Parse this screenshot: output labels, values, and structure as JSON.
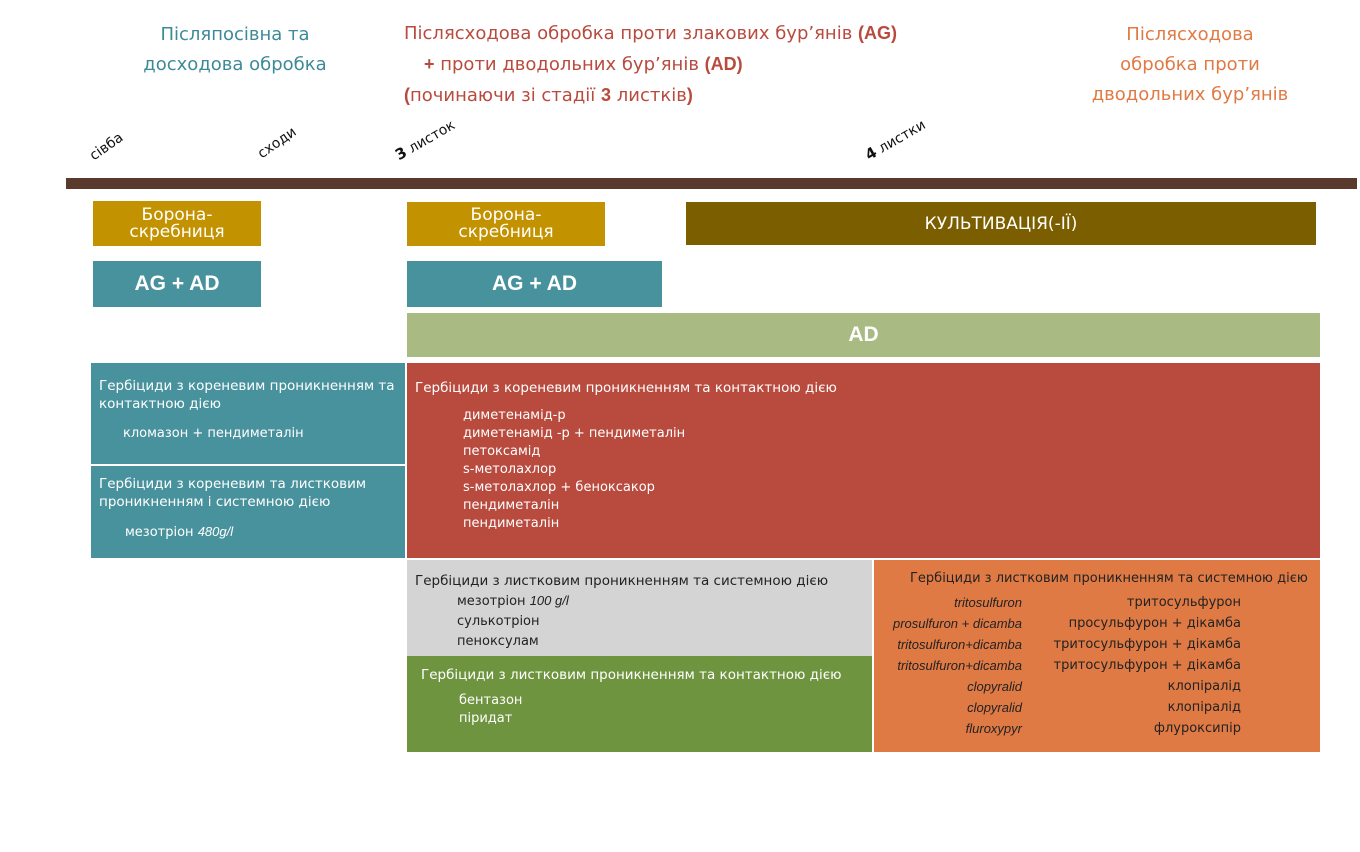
{
  "headers": {
    "left": [
      "Післяпосівна та",
      "досходова обробка"
    ],
    "middle": {
      "line1": "Післясходова обробка проти злакових бур’янів ",
      "line1_bold": "(AG)",
      "line2_bold": "+",
      "line2": " проти дводольних бур’янів ",
      "line2_bold2": "(AD)",
      "line3_bold": "(",
      "line3": "починаючи зі стадії ",
      "line3_num": "3",
      "line3_end": " листків",
      "line3_close": ")"
    },
    "right": [
      "Післясходова",
      "обробка проти",
      "дводольних бур’янів"
    ]
  },
  "stages": {
    "sowing": "сівба",
    "emergence": "сходи",
    "leaf3_num": "3",
    "leaf3": " листок",
    "leaf4_num": "4",
    "leaf4": " листки"
  },
  "operations": {
    "borona1": [
      "Борона-",
      "скребниця"
    ],
    "borona2": [
      "Борона-",
      "скребниця"
    ],
    "cultivation": "КУЛЬТИВАЦІЯ(-ІЇ)",
    "agad1": "AG + AD",
    "agad2": "AG + AD",
    "ad": "AD"
  },
  "panels": {
    "root_contact_pre": {
      "title": "Гербіциди з кореневим проникненням та контактною дією",
      "items": [
        "кломазон + пендиметалін"
      ]
    },
    "root_leaf_systemic_pre": {
      "title": "Гербіциди з кореневим та листковим проникненням і системною дією",
      "item_text": "мезотріон ",
      "item_italic": "480g/l"
    },
    "root_contact_post": {
      "title": "Гербіциди з кореневим проникненням та контактною дією",
      "items": [
        "диметенамід-р",
        "диметенамід -р + пендиметалін",
        "петоксамід",
        "s-метолахлор",
        "s-метолахлор  + беноксакор",
        "пендиметалін",
        "пендиметалін"
      ]
    },
    "leaf_systemic_post": {
      "title": "Гербіциди з листковим проникненням та системною дією",
      "item1_text": "мезотріон ",
      "item1_italic": "100 g/l",
      "items": [
        "сулькотріон",
        "пеноксулам"
      ]
    },
    "leaf_contact_post": {
      "title": "Гербіциди з листковим проникненням та контактною дією",
      "items": [
        "бентазон",
        "піридат"
      ]
    },
    "leaf_systemic_right": {
      "title": "Гербіциди з листковим проникненням та системною дією",
      "rows": [
        {
          "latin": "tritosulfuron",
          "ukr": "тритосульфурон"
        },
        {
          "latin": "prosulfuron + dicamba",
          "ukr": "просульфурон + дікамба"
        },
        {
          "latin": "tritosulfuron+dicamba",
          "ukr": "тритосульфурон + дікамба"
        },
        {
          "latin": "tritosulfuron+dicamba",
          "ukr": "тритосульфурон + дікамба"
        },
        {
          "latin": "clopyralid",
          "ukr": "клопіралід"
        },
        {
          "latin": "clopyralid",
          "ukr": "клопіралід"
        },
        {
          "latin": "fluroxypyr",
          "ukr": "флуроксипір"
        }
      ]
    }
  },
  "colors": {
    "teal": "#48929d",
    "red": "#b84b3e",
    "gold": "#c39200",
    "olive": "#7b5e00",
    "sage": "#a9bb83",
    "green": "#6f943f",
    "orange": "#e07a45",
    "grey": "#d4d4d4",
    "timeline": "#5b3a2e"
  }
}
